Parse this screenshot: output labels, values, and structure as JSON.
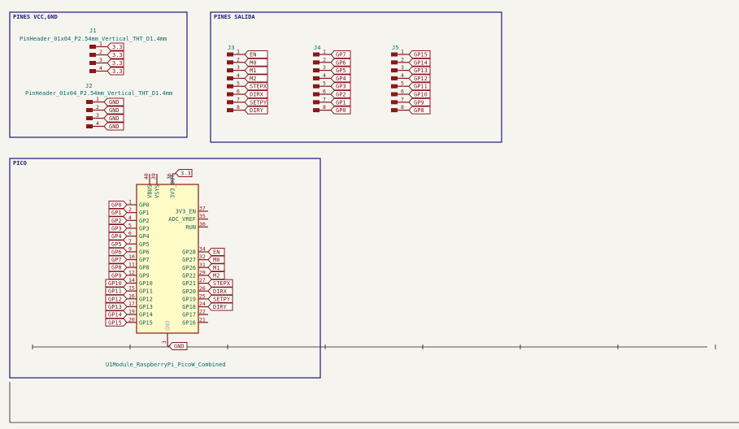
{
  "sections": {
    "pwr": "PINES VCC,GND",
    "out": "PINES SALIDA",
    "pico": "PICO"
  },
  "j1": {
    "ref": "J1",
    "value": "PinHeader_01x04_P2.54mm_Vertical_THT_D1.4mm",
    "nums": [
      "1",
      "2",
      "3",
      "4"
    ],
    "nets": [
      "3.3",
      "3.3",
      "3.3",
      "3.3"
    ]
  },
  "j2": {
    "ref": "J2",
    "value": "PinHeader_01x04_P2.54mm_Vertical_THT_D1.4mm",
    "nums": [
      "1",
      "2",
      "3",
      "4"
    ],
    "nets": [
      "GND",
      "GND",
      "GND",
      "GND"
    ]
  },
  "j3": {
    "ref": "J3",
    "nums": [
      "1",
      "2",
      "3",
      "4",
      "5",
      "6",
      "7",
      "8"
    ],
    "nets": [
      "EN",
      "M0",
      "M1",
      "M2",
      "STEPX",
      "DIRX",
      "SETPY",
      "DIRY"
    ]
  },
  "j4": {
    "ref": "J4",
    "nums": [
      "1",
      "2",
      "3",
      "4",
      "5",
      "6",
      "7",
      "8"
    ],
    "nets": [
      "GP7",
      "GP6",
      "GP5",
      "GP4",
      "GP3",
      "GP2",
      "GP1",
      "GP0"
    ]
  },
  "j5": {
    "ref": "J5",
    "nums": [
      "1",
      "2",
      "3",
      "4",
      "5",
      "6",
      "7",
      "8"
    ],
    "nets": [
      "GP15",
      "GP14",
      "GP13",
      "GP12",
      "GP11",
      "GP10",
      "GP9",
      "GP8"
    ]
  },
  "u1": {
    "ref": "U1",
    "value": "Module_RaspberryPi_PicoW_Combined",
    "top_pins": [
      {
        "name": "VBUS",
        "num": "40"
      },
      {
        "name": "VSYS",
        "num": "39"
      },
      {
        "name": "3V3_OUT",
        "num": "36"
      }
    ],
    "top_flag": "3.3",
    "gnd_pin": {
      "name": "GND",
      "num": "3"
    },
    "gnd_flag": "GND",
    "left": [
      {
        "num": "1",
        "name": "GP0",
        "net": "GP0"
      },
      {
        "num": "2",
        "name": "GP1",
        "net": "GP1"
      },
      {
        "num": "4",
        "name": "GP2",
        "net": "GP2"
      },
      {
        "num": "5",
        "name": "GP3",
        "net": "GP3"
      },
      {
        "num": "6",
        "name": "GP4",
        "net": "GP4"
      },
      {
        "num": "7",
        "name": "GP5",
        "net": "GP5"
      },
      {
        "num": "9",
        "name": "GP6",
        "net": "GP6"
      },
      {
        "num": "10",
        "name": "GP7",
        "net": "GP7"
      },
      {
        "num": "11",
        "name": "GP8",
        "net": "GP8"
      },
      {
        "num": "12",
        "name": "GP9",
        "net": "GP9"
      },
      {
        "num": "14",
        "name": "GP10",
        "net": "GP10"
      },
      {
        "num": "15",
        "name": "GP11",
        "net": "GP11"
      },
      {
        "num": "16",
        "name": "GP12",
        "net": "GP12"
      },
      {
        "num": "17",
        "name": "GP13",
        "net": "GP13"
      },
      {
        "num": "19",
        "name": "GP14",
        "net": "GP14"
      },
      {
        "num": "20",
        "name": "GP15",
        "net": "GP15"
      }
    ],
    "right_misc": [
      {
        "num": "37",
        "name": "3V3_EN"
      },
      {
        "num": "35",
        "name": "ADC_VREF"
      },
      {
        "num": "30",
        "name": "RUN"
      }
    ],
    "right": [
      {
        "num": "34",
        "name": "GP28",
        "net": "EN"
      },
      {
        "num": "32",
        "name": "GP27",
        "net": "M0"
      },
      {
        "num": "31",
        "name": "GP26",
        "net": "M1"
      },
      {
        "num": "29",
        "name": "GP22",
        "net": "M2"
      },
      {
        "num": "27",
        "name": "GP21",
        "net": "STEPX"
      },
      {
        "num": "26",
        "name": "GP20",
        "net": "DIRX"
      },
      {
        "num": "25",
        "name": "GP19",
        "net": "SETPY"
      },
      {
        "num": "24",
        "name": "GP18",
        "net": "DIRY"
      },
      {
        "num": "22",
        "name": "GP17",
        "net": ""
      },
      {
        "num": "21",
        "name": "GP16",
        "net": ""
      }
    ]
  }
}
